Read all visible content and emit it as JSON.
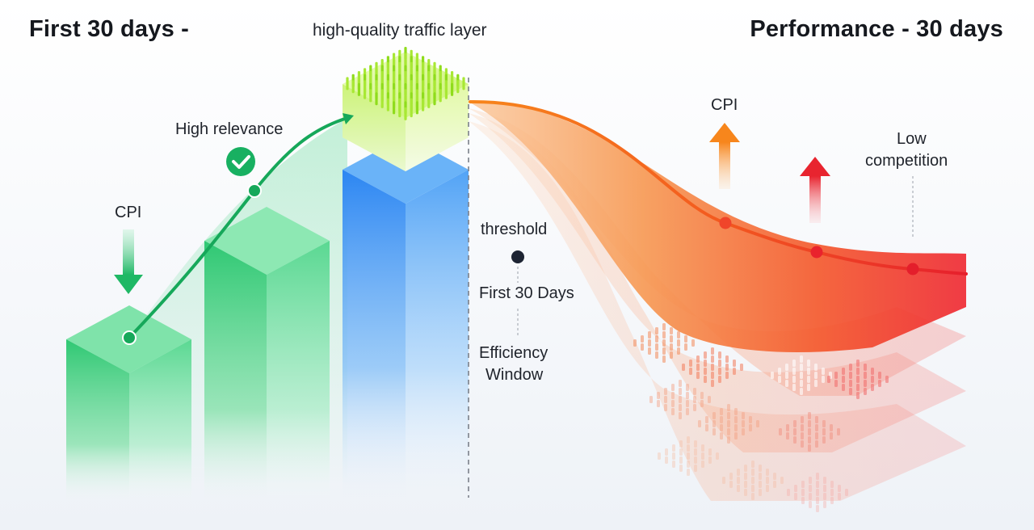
{
  "titles": {
    "left": "First 30 days -",
    "center": "high-quality traffic layer",
    "right": "Performance - 30 days"
  },
  "labels": {
    "cpi_down": "CPI",
    "high_relevance": "High relevance",
    "threshold": "threshold",
    "first_30_days": "First 30 Days",
    "efficiency_line1": "Efficiency",
    "efficiency_line2": "Window",
    "cpi_up": "CPI",
    "low_competition_line1": "Low",
    "low_competition_line2": "competition"
  },
  "icons": {
    "cpi_arrow_down": "arrow-down-icon",
    "relevance_badge": "check-circle-icon",
    "cpi_arrow_up": "arrow-up-icon",
    "competition_arrow": "arrow-up-icon",
    "traffic_cube": "pin-grid-cube-icon"
  },
  "colors": {
    "green": "#22c06a",
    "green_line": "#16a85a",
    "blue": "#2f8cf0",
    "lime": "#b6f04a",
    "orange": "#f7891f",
    "red": "#ee2a33",
    "navy": "#1d2433"
  }
}
